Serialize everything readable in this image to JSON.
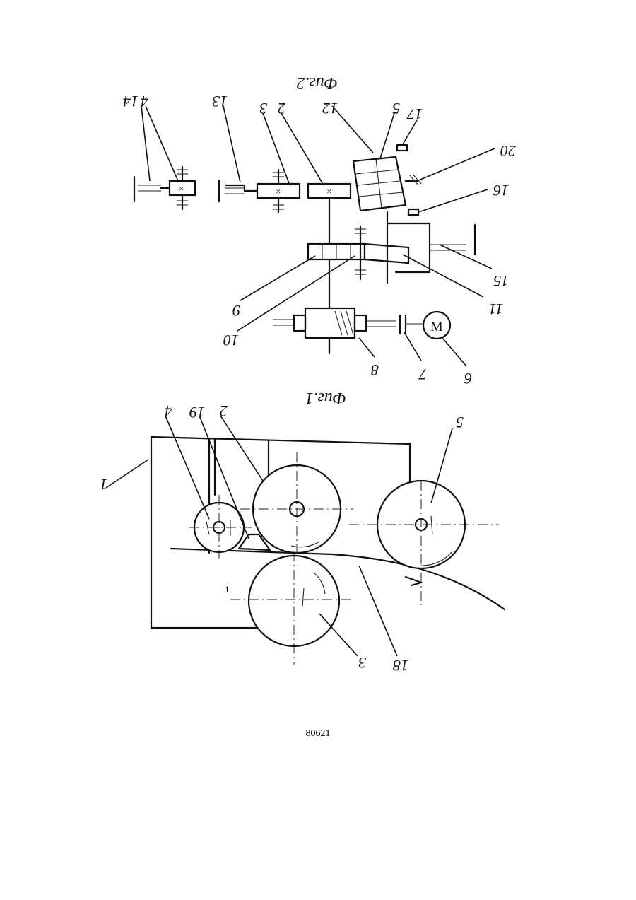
{
  "figures": {
    "fig1_caption": "Фиг.1",
    "fig2_caption": "Фиг.2"
  },
  "fig1_labels": {
    "frame": "1",
    "roller_upper_2": "2",
    "roller_lower_3": "3",
    "roller_small_4": "4",
    "roller_right_5": "5",
    "strip_18": "18",
    "guide_19": "19",
    "side_mark": "1"
  },
  "fig2_labels": {
    "l2": "2",
    "l3": "3",
    "l4": "4",
    "l5": "5",
    "l6": "6",
    "l7": "7",
    "l8": "8",
    "l9": "9",
    "l10": "10",
    "l11": "11",
    "l12": "12",
    "l13": "13",
    "l14": "14",
    "l15": "15",
    "l16": "16",
    "l17": "17",
    "l20": "20",
    "motor": "M"
  },
  "page_number": "80621"
}
